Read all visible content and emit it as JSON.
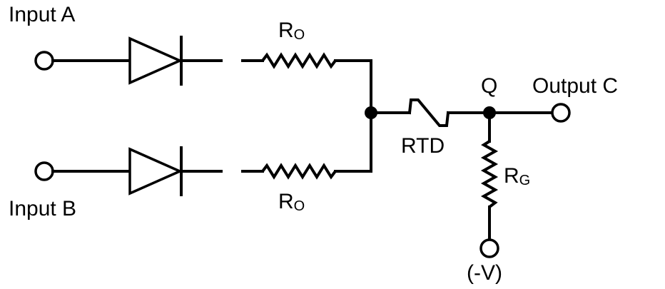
{
  "labels": {
    "input_a": "Input A",
    "input_b": "Input B",
    "output_c": "Output C",
    "node_q": "Q",
    "rtd": "RTD",
    "ro_top": {
      "main": "R",
      "sub": "O"
    },
    "ro_bottom": {
      "main": "R",
      "sub": "O"
    },
    "rg": {
      "main": "R",
      "sub": "G"
    },
    "neg_v": "(-V)"
  }
}
